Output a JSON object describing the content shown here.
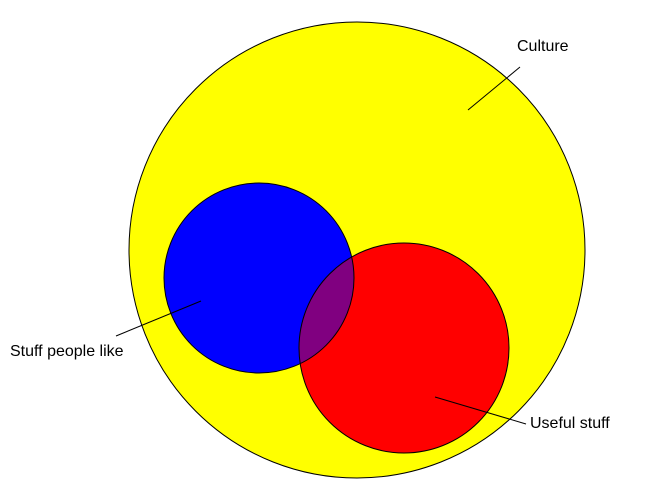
{
  "diagram": {
    "type": "venn",
    "sets": [
      {
        "label": "Culture",
        "color": "#ffff00"
      },
      {
        "label": "Stuff people like",
        "color": "#0000ff"
      },
      {
        "label": "Useful stuff",
        "color": "#ff0000"
      }
    ],
    "overlap_color": "#800080",
    "outline_color": "#000000",
    "background": "#ffffff"
  }
}
